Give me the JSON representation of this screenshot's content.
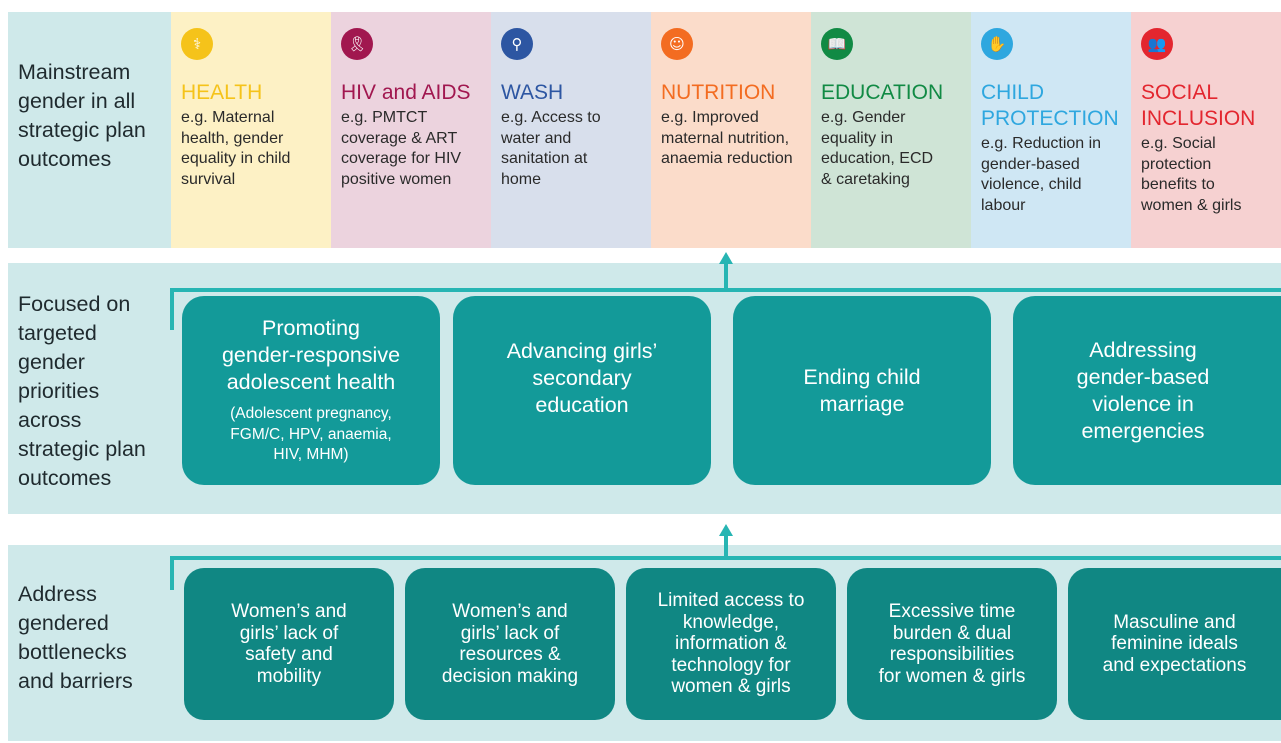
{
  "rows": [
    {
      "label": "Mainstream\ngender in all\nstrategic plan\noutcomes"
    },
    {
      "label": "Focused on\ntargeted\ngender\npriorities\nacross\nstrategic plan\noutcomes"
    },
    {
      "label": "Address\ngendered\nbottlenecks\nand barriers"
    }
  ],
  "outcomes": [
    {
      "title": "HEALTH",
      "desc": "e.g. Maternal\nhealth, gender\nequality in child\nsurvival",
      "color": "#f5c31a",
      "bg": "#fdf1c5",
      "icon": "health-icon",
      "glyph": "⚕"
    },
    {
      "title": "HIV and AIDS",
      "desc": "e.g. PMTCT\ncoverage & ART\ncoverage for HIV\npositive women",
      "color": "#a1174f",
      "bg": "#ecd3de",
      "icon": "ribbon-icon",
      "glyph": "🎗"
    },
    {
      "title": "WASH",
      "desc": "e.g. Access to\nwater and\nsanitation at\nhome",
      "color": "#2d56a2",
      "bg": "#d8dfec",
      "icon": "water-tap-icon",
      "glyph": "⚲"
    },
    {
      "title": "NUTRITION",
      "desc": "e.g. Improved\nmaternal nutrition,\nanaemia reduction",
      "color": "#f36c21",
      "bg": "#fbdcca",
      "icon": "nutrition-icon",
      "glyph": "☺"
    },
    {
      "title": "EDUCATION",
      "desc": "e.g. Gender\nequality in\neducation, ECD\n& caretaking",
      "color": "#118a44",
      "bg": "#cfe4d6",
      "icon": "book-icon",
      "glyph": "📖"
    },
    {
      "title": "CHILD\nPROTECTION",
      "desc": "e.g. Reduction in\ngender-based\nviolence, child\nlabour",
      "color": "#2ea7df",
      "bg": "#cfe7f4",
      "icon": "protective-hands-icon",
      "glyph": "✋"
    },
    {
      "title": "SOCIAL\nINCLUSION",
      "desc": "e.g. Social\nprotection\nbenefits to\nwomen & girls",
      "color": "#e3262f",
      "bg": "#f6d1d1",
      "icon": "people-group-icon",
      "glyph": "👥"
    }
  ],
  "priorities": [
    {
      "title": "Promoting\ngender-responsive\nadolescent health",
      "sub": "(Adolescent pregnancy,\nFGM/C, HPV, anaemia,\nHIV, MHM)"
    },
    {
      "title": "Advancing girls’\nsecondary\neducation",
      "sub": ""
    },
    {
      "title": "Ending child\nmarriage",
      "sub": ""
    },
    {
      "title": "Addressing\ngender-based\nviolence in\nemergencies",
      "sub": ""
    }
  ],
  "bottlenecks": [
    "Women’s and\ngirls’ lack of\nsafety and\nmobility",
    "Women’s and\ngirls’ lack of\nresources &\ndecision making",
    "Limited access to\nknowledge,\ninformation &\ntechnology for\nwomen & girls",
    "Excessive time\nburden & dual\nresponsibilities\nfor women & girls",
    "Masculine and\nfeminine ideals\nand expectations"
  ]
}
